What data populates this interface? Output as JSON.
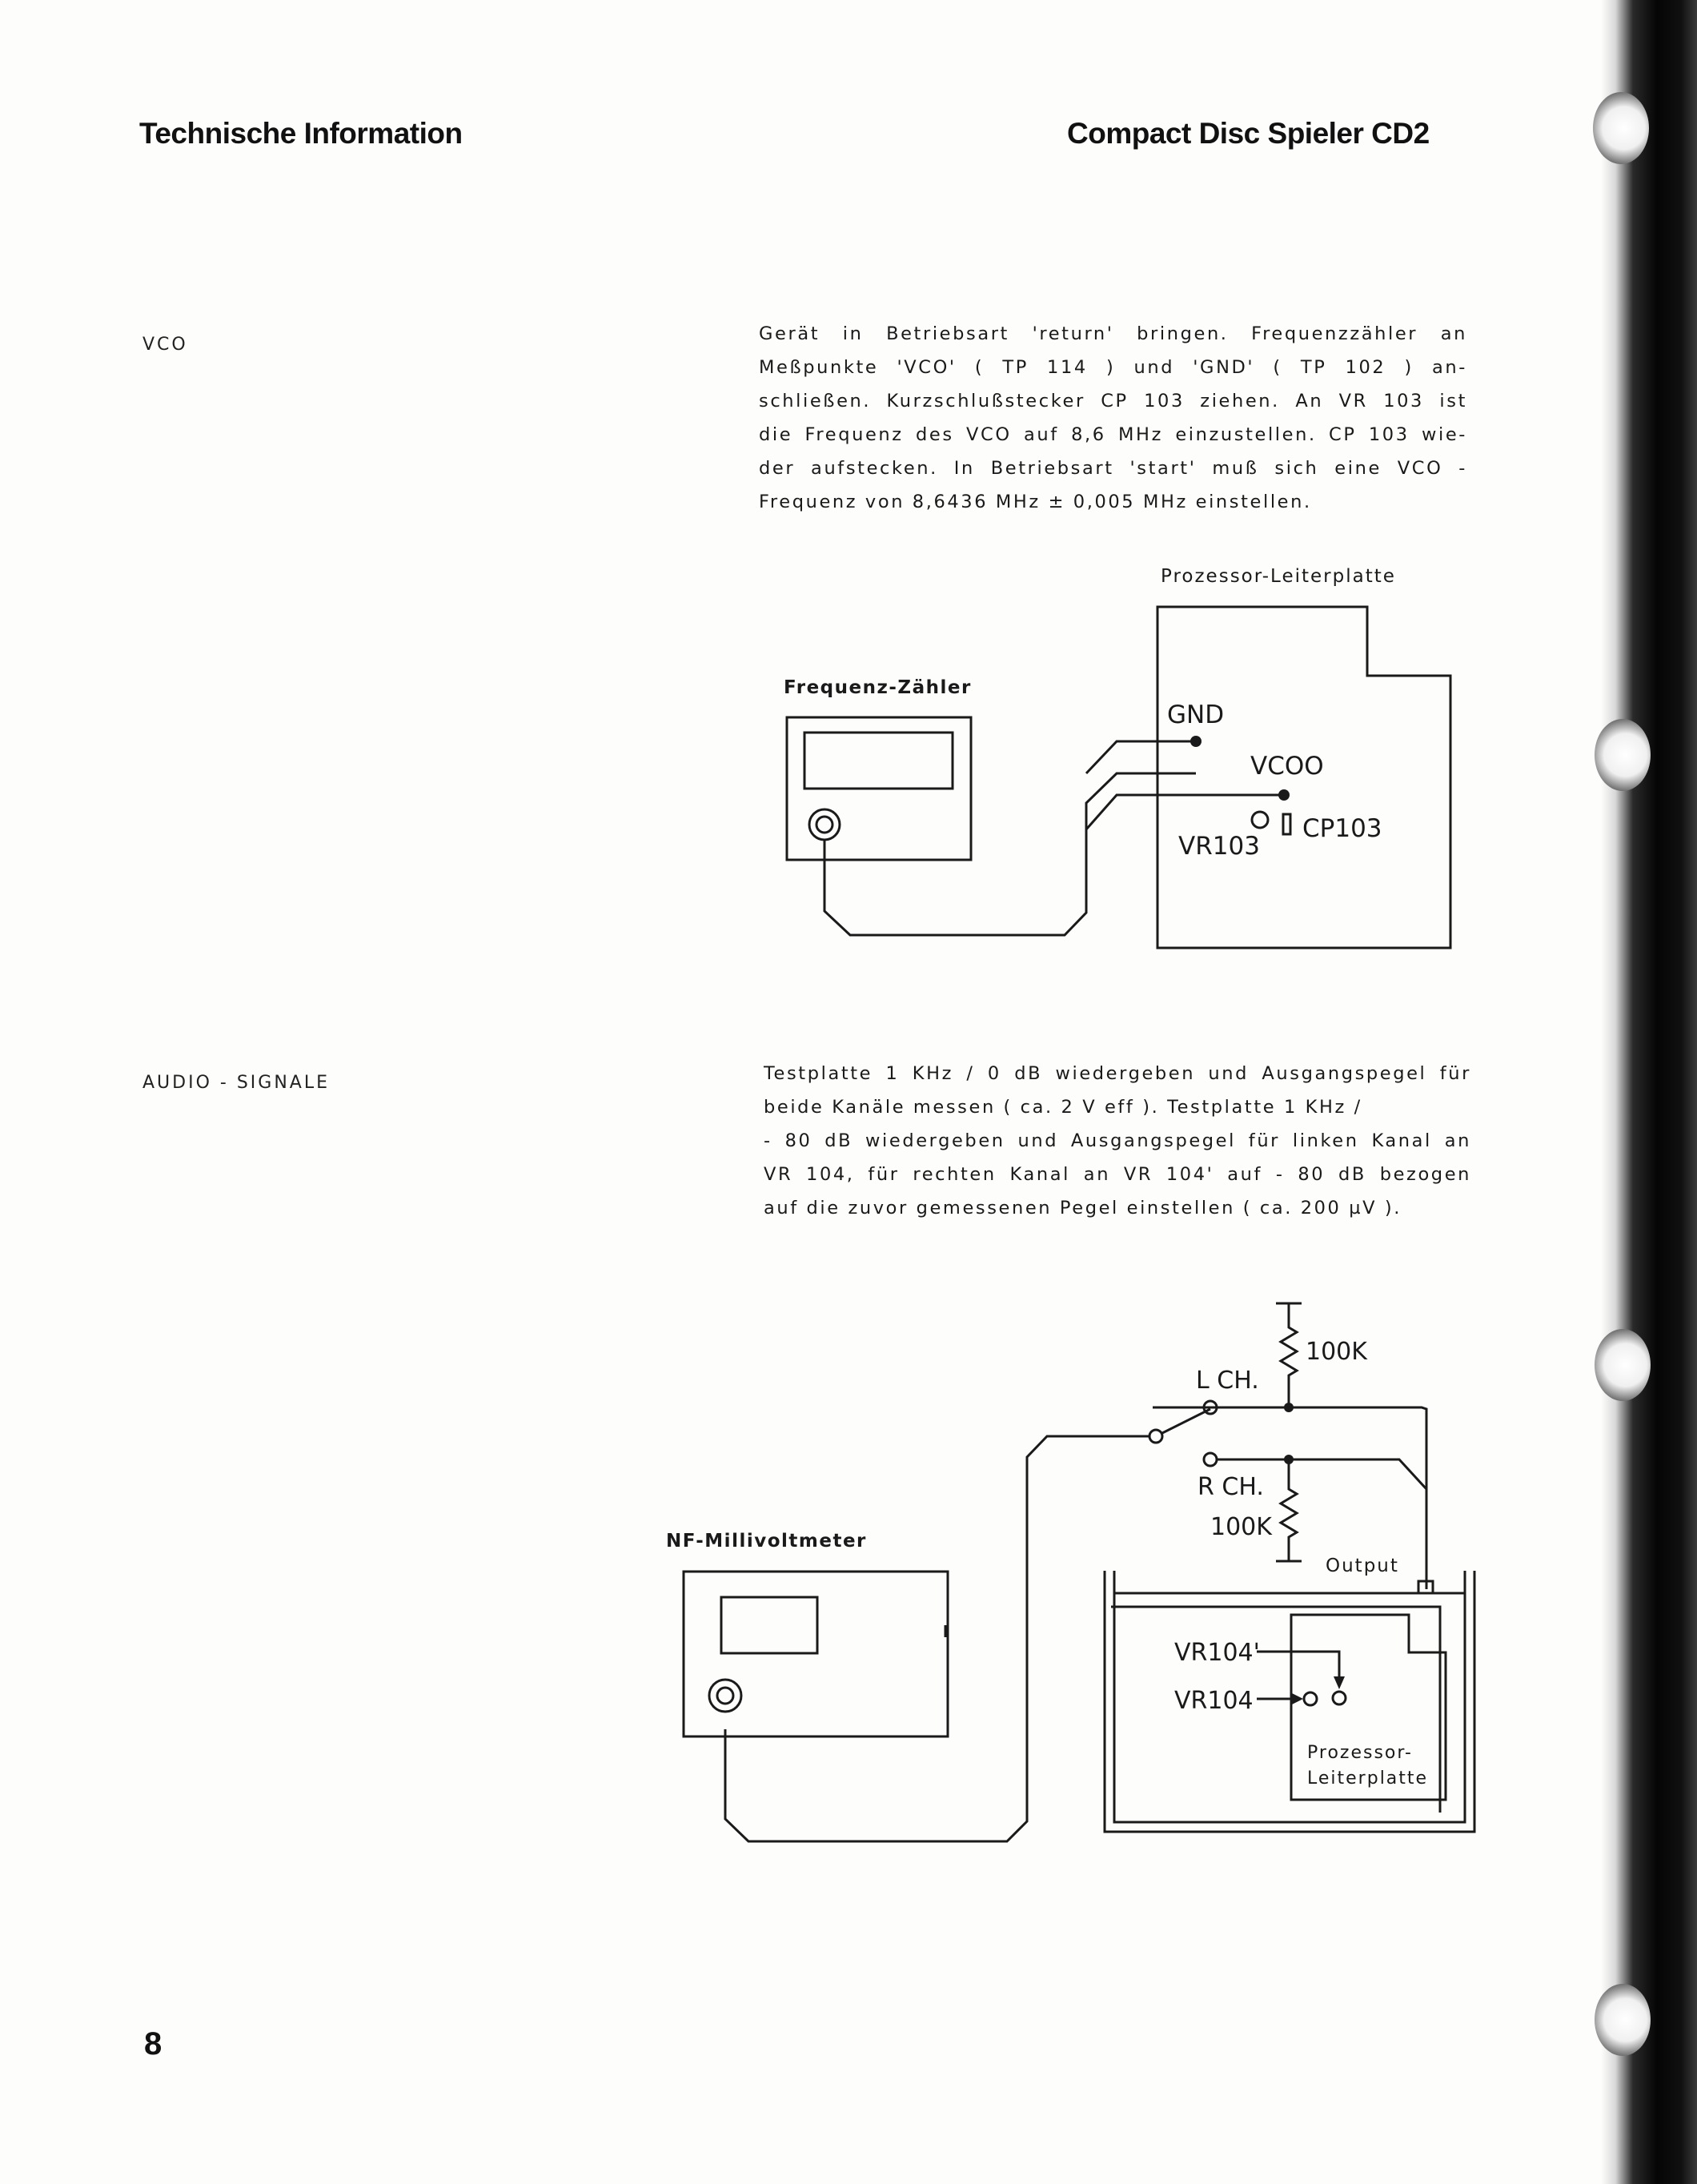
{
  "header": {
    "left": "Technische Information",
    "right": "Compact Disc Spieler CD2"
  },
  "sections": [
    {
      "label": "VCO",
      "lines": [
        "Gerät in Betriebsart 'return' bringen. Frequenzzähler an",
        "Meßpunkte 'VCO' ( TP 114 ) und 'GND' ( TP 102 ) an-",
        "schließen. Kurzschlußstecker CP 103 ziehen. An VR 103 ist",
        "die Frequenz des VCO auf 8,6 MHz einzustellen. CP 103 wie-",
        "der aufstecken. In Betriebsart 'start' muß sich eine VCO -",
        "Frequenz von 8,6436 MHz ± 0,005 MHz einstellen."
      ]
    },
    {
      "label": "AUDIO - SIGNALE",
      "lines": [
        "Testplatte 1 KHz / 0 dB wiedergeben und Ausgangspegel für",
        "beide Kanäle messen ( ca. 2 V eff ). Testplatte 1 KHz /",
        "- 80 dB wiedergeben und Ausgangspegel für linken Kanal an",
        "VR 104, für rechten Kanal an VR 104' auf - 80 dB bezogen",
        "auf die zuvor gemessenen Pegel einstellen ( ca. 200 µV )."
      ]
    }
  ],
  "diagram1": {
    "board_title": "Prozessor-Leiterplatte",
    "counter_title": "Frequenz-Zähler",
    "gnd": "GND",
    "vcoo": "VCOO",
    "vr103": "VR103",
    "cp103": "CP103"
  },
  "diagram2": {
    "meter_title": "NF-Millivoltmeter",
    "r_top": "100K",
    "r_bottom": "100K",
    "lch": "L CH.",
    "rch": "R CH.",
    "output": "Output",
    "vr104p": "VR104'",
    "vr104": "VR104",
    "board_line1": "Prozessor-",
    "board_line2": "Leiterplatte"
  },
  "page_number": "8"
}
